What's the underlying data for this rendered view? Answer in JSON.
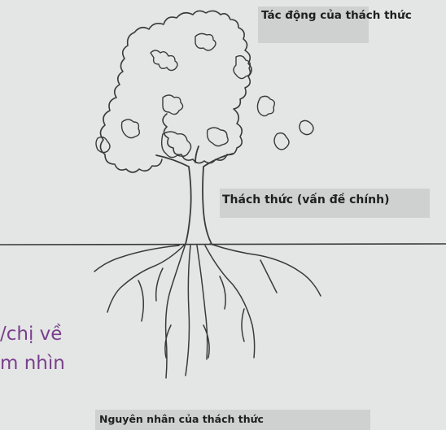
{
  "labels": {
    "impact": "Tác động của thách thức",
    "core_problem": "Thách thức (vấn đề chính)",
    "causes": "Nguyên nhân của thách thức"
  },
  "side_text": {
    "line1": "/chị về",
    "line2": "m nhìn"
  },
  "colors": {
    "background": "#e4e6e5",
    "label_box": "#cfd1d0",
    "side_text": "#7a3f8c",
    "ink": "#3a3a3a"
  }
}
